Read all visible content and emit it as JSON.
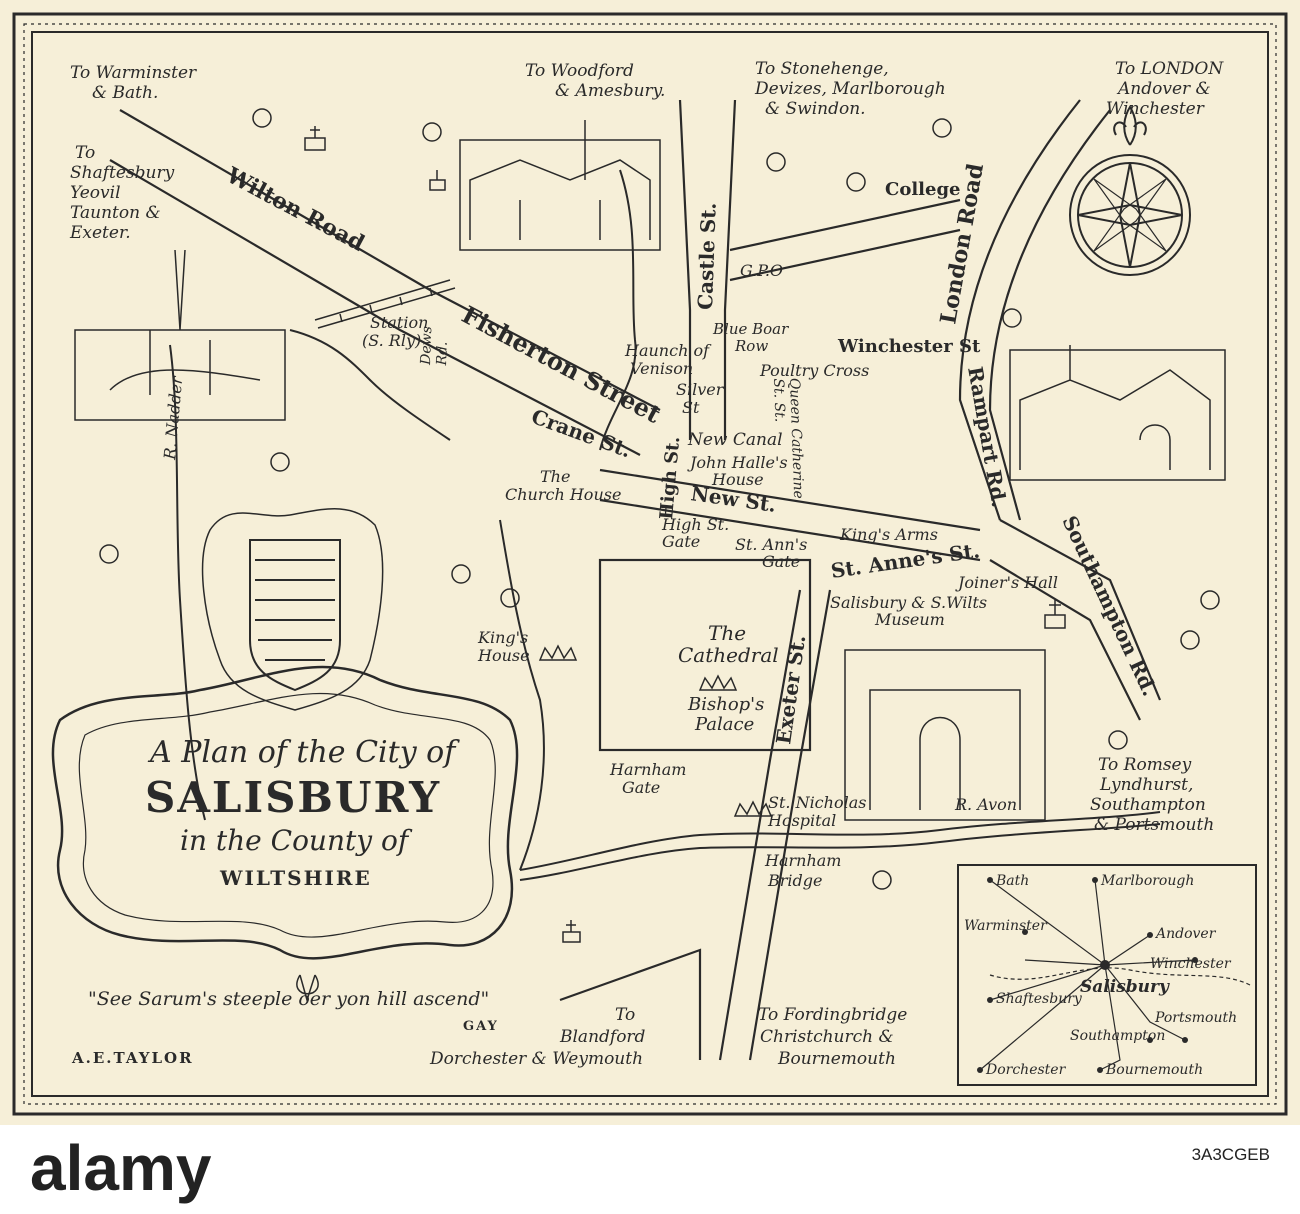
{
  "map": {
    "cartouche": {
      "line1": "A Plan of the City of",
      "line2": "SALISBURY",
      "line3": "in the County of",
      "line4": "WILTSHIRE"
    },
    "quote": "\"See Sarum's steeple oer yon hill ascend\"",
    "quote_attribution": "GAY",
    "artist": "A.E.TAYLOR",
    "colors": {
      "paper": "#f6efd8",
      "ink": "#2a2a2a",
      "watermark_bar": "#ffffff"
    },
    "directions": [
      [
        "To Warminster",
        "& Bath."
      ],
      [
        "To",
        "Shaftesbury",
        "Yeovil",
        "Taunton &",
        "Exeter."
      ],
      [
        "To Woodford",
        "& Amesbury."
      ],
      [
        "To Stonehenge,",
        "Devizes, Marlborough",
        "& Swindon."
      ],
      [
        "To LONDON",
        "Andover &",
        "Winchester"
      ],
      [
        "To Romsey",
        "Lyndhurst,",
        "Southampton",
        "& Portsmouth"
      ],
      [
        "To",
        "Blandford",
        "Dorchester & Weymouth"
      ],
      [
        "To Fordingbridge",
        "Christchurch &",
        "Bournemouth"
      ]
    ],
    "streets": {
      "wilton_road": "Wilton Road",
      "fisherton_street": "Fisherton Street",
      "crane_st": "Crane St.",
      "high_st": "High St.",
      "castle_st": "Castle St.",
      "college": "College",
      "london_road": "London Road",
      "winchester_st": "Winchester St",
      "rampart_rd": "Rampart Rd.",
      "southampton_rd": "Southampton Rd.",
      "new_st": "New St.",
      "st_annes_st": "St. Anne's St.",
      "exeter_st": "Exeter St.",
      "silver_st": [
        "Silver",
        "St"
      ],
      "new_canal": "New Canal",
      "queen_st": [
        "Queen Catherine",
        "St. St."
      ],
      "devizes_rd": [
        "Dews",
        "Rd."
      ],
      "blue_boar_row": [
        "Blue Boar",
        "Row"
      ]
    },
    "landmarks": {
      "gpo": "G.P.O",
      "station": [
        "Station",
        "(S. Rly)"
      ],
      "haunch": [
        "Haunch of",
        "Venison"
      ],
      "poultry_cross": "Poultry Cross",
      "john_halles": [
        "John Halle's",
        "House"
      ],
      "church_house": [
        "The",
        "Church House"
      ],
      "high_st_gate": [
        "High St.",
        "Gate"
      ],
      "st_anns_gate": [
        "St. Ann's",
        "Gate"
      ],
      "kings_arms": "King's Arms",
      "joiners_hall": "Joiner's Hall",
      "museum": [
        "Salisbury & S.Wilts",
        "Museum"
      ],
      "cathedral": [
        "The",
        "Cathedral"
      ],
      "bishops_palace": [
        "Bishop's",
        "Palace"
      ],
      "kings_house": [
        "King's",
        "House"
      ],
      "harnham_gate": [
        "Harnham",
        "Gate"
      ],
      "st_nicholas": [
        "St. Nicholas",
        "Hospital"
      ],
      "harnham_bridge": [
        "Harnham",
        "Bridge"
      ]
    },
    "rivers": {
      "nadder": "R. Nadder",
      "avon": "R. Avon"
    },
    "inset": {
      "towns": {
        "bath": "Bath",
        "marlborough": "Marlborough",
        "warminster": "Warminster",
        "andover": "Andover",
        "winchester": "Winchester",
        "salisbury": "Salisbury",
        "shaftesbury": "Shaftesbury",
        "portsmouth": "Portsmouth",
        "southampton": "Southampton",
        "dorchester": "Dorchester",
        "bournemouth": "Bournemouth"
      }
    }
  },
  "watermark": {
    "brand": "alamy",
    "image_id": "3A3CGEB"
  }
}
